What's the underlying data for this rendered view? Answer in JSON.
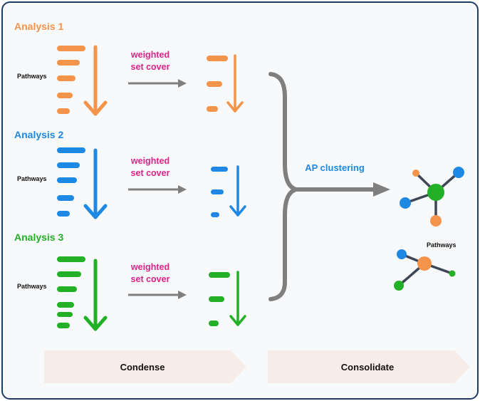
{
  "colors": {
    "orange": "#f4934a",
    "blue": "#1e88e5",
    "green": "#22b026",
    "magenta": "#e0218a",
    "gray": "#7f7f7f",
    "banner": "#f7ece8",
    "node_line": "#3f4756",
    "frame": "#1f3a68"
  },
  "analyses": [
    {
      "label": "Analysis 1",
      "pathways_label": "Pathways",
      "color_key": "orange",
      "bars": 5,
      "reduced_bars": 3
    },
    {
      "label": "Analysis 2",
      "pathways_label": "Pathways",
      "color_key": "blue",
      "bars": 5,
      "reduced_bars": 3
    },
    {
      "label": "Analysis 3",
      "pathways_label": "Pathways",
      "color_key": "green",
      "bars": 6,
      "reduced_bars": 3
    }
  ],
  "method": {
    "line1": "weighted",
    "line2": "set cover"
  },
  "clustering": {
    "label": "AP clustering"
  },
  "network": {
    "pathways_label": "Pathways"
  },
  "stages": {
    "condense": "Condense",
    "consolidate": "Consolidate"
  }
}
